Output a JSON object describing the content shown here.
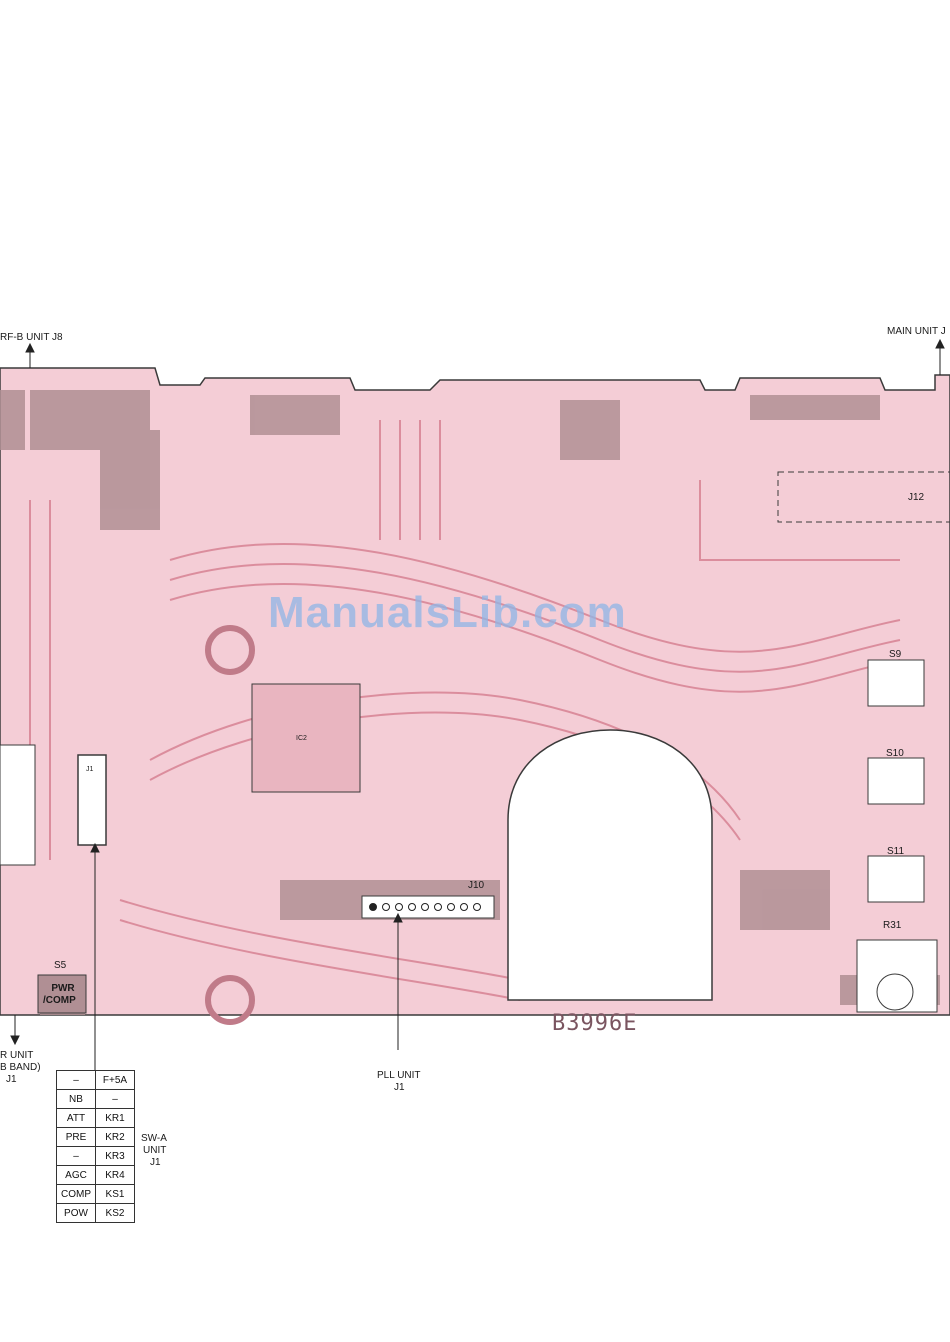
{
  "labels": {
    "top_left": "RF-B UNIT J8",
    "top_right": "MAIN UNIT J",
    "j12": "J12",
    "j10": "J10",
    "s9": "S9",
    "s10": "S10",
    "s11": "S11",
    "r31": "R31",
    "s5": "S5",
    "pwr_comp_1": "PWR",
    "pwr_comp_2": "/COMP",
    "left_unit_1": "R UNIT",
    "left_unit_2": "B BAND)",
    "left_unit_3": "J1",
    "pll_unit_1": "PLL UNIT",
    "pll_unit_2": "J1",
    "swa_1": "SW-A",
    "swa_2": "UNIT",
    "swa_3": "J1",
    "serial": "B3996E",
    "watermark": "ManualsLib.com",
    "ic_j1": "J1",
    "ic2": "IC2"
  },
  "sw_table": [
    [
      "–",
      "F+5A"
    ],
    [
      "NB",
      "–"
    ],
    [
      "ATT",
      "KR1"
    ],
    [
      "PRE",
      "KR2"
    ],
    [
      "–",
      "KR3"
    ],
    [
      "AGC",
      "KR4"
    ],
    [
      "COMP",
      "KS1"
    ],
    [
      "POW",
      "KS2"
    ]
  ],
  "colors": {
    "board_fill": "#f4cdd6",
    "trace": "#d98797",
    "copper_dark": "#a98b90",
    "outline": "#3a3a3a"
  }
}
